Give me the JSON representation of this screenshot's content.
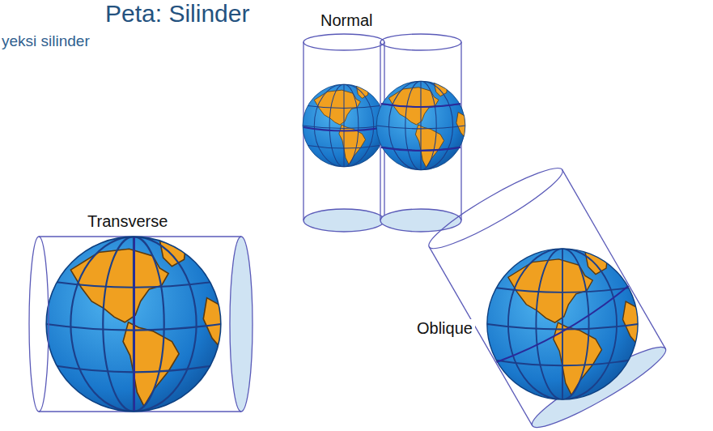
{
  "diagram": {
    "title": "Peta: Silinder",
    "labels": [
      "yeksi silinder",
      "Normal",
      "Transverse",
      "Oblique"
    ]
  }
}
